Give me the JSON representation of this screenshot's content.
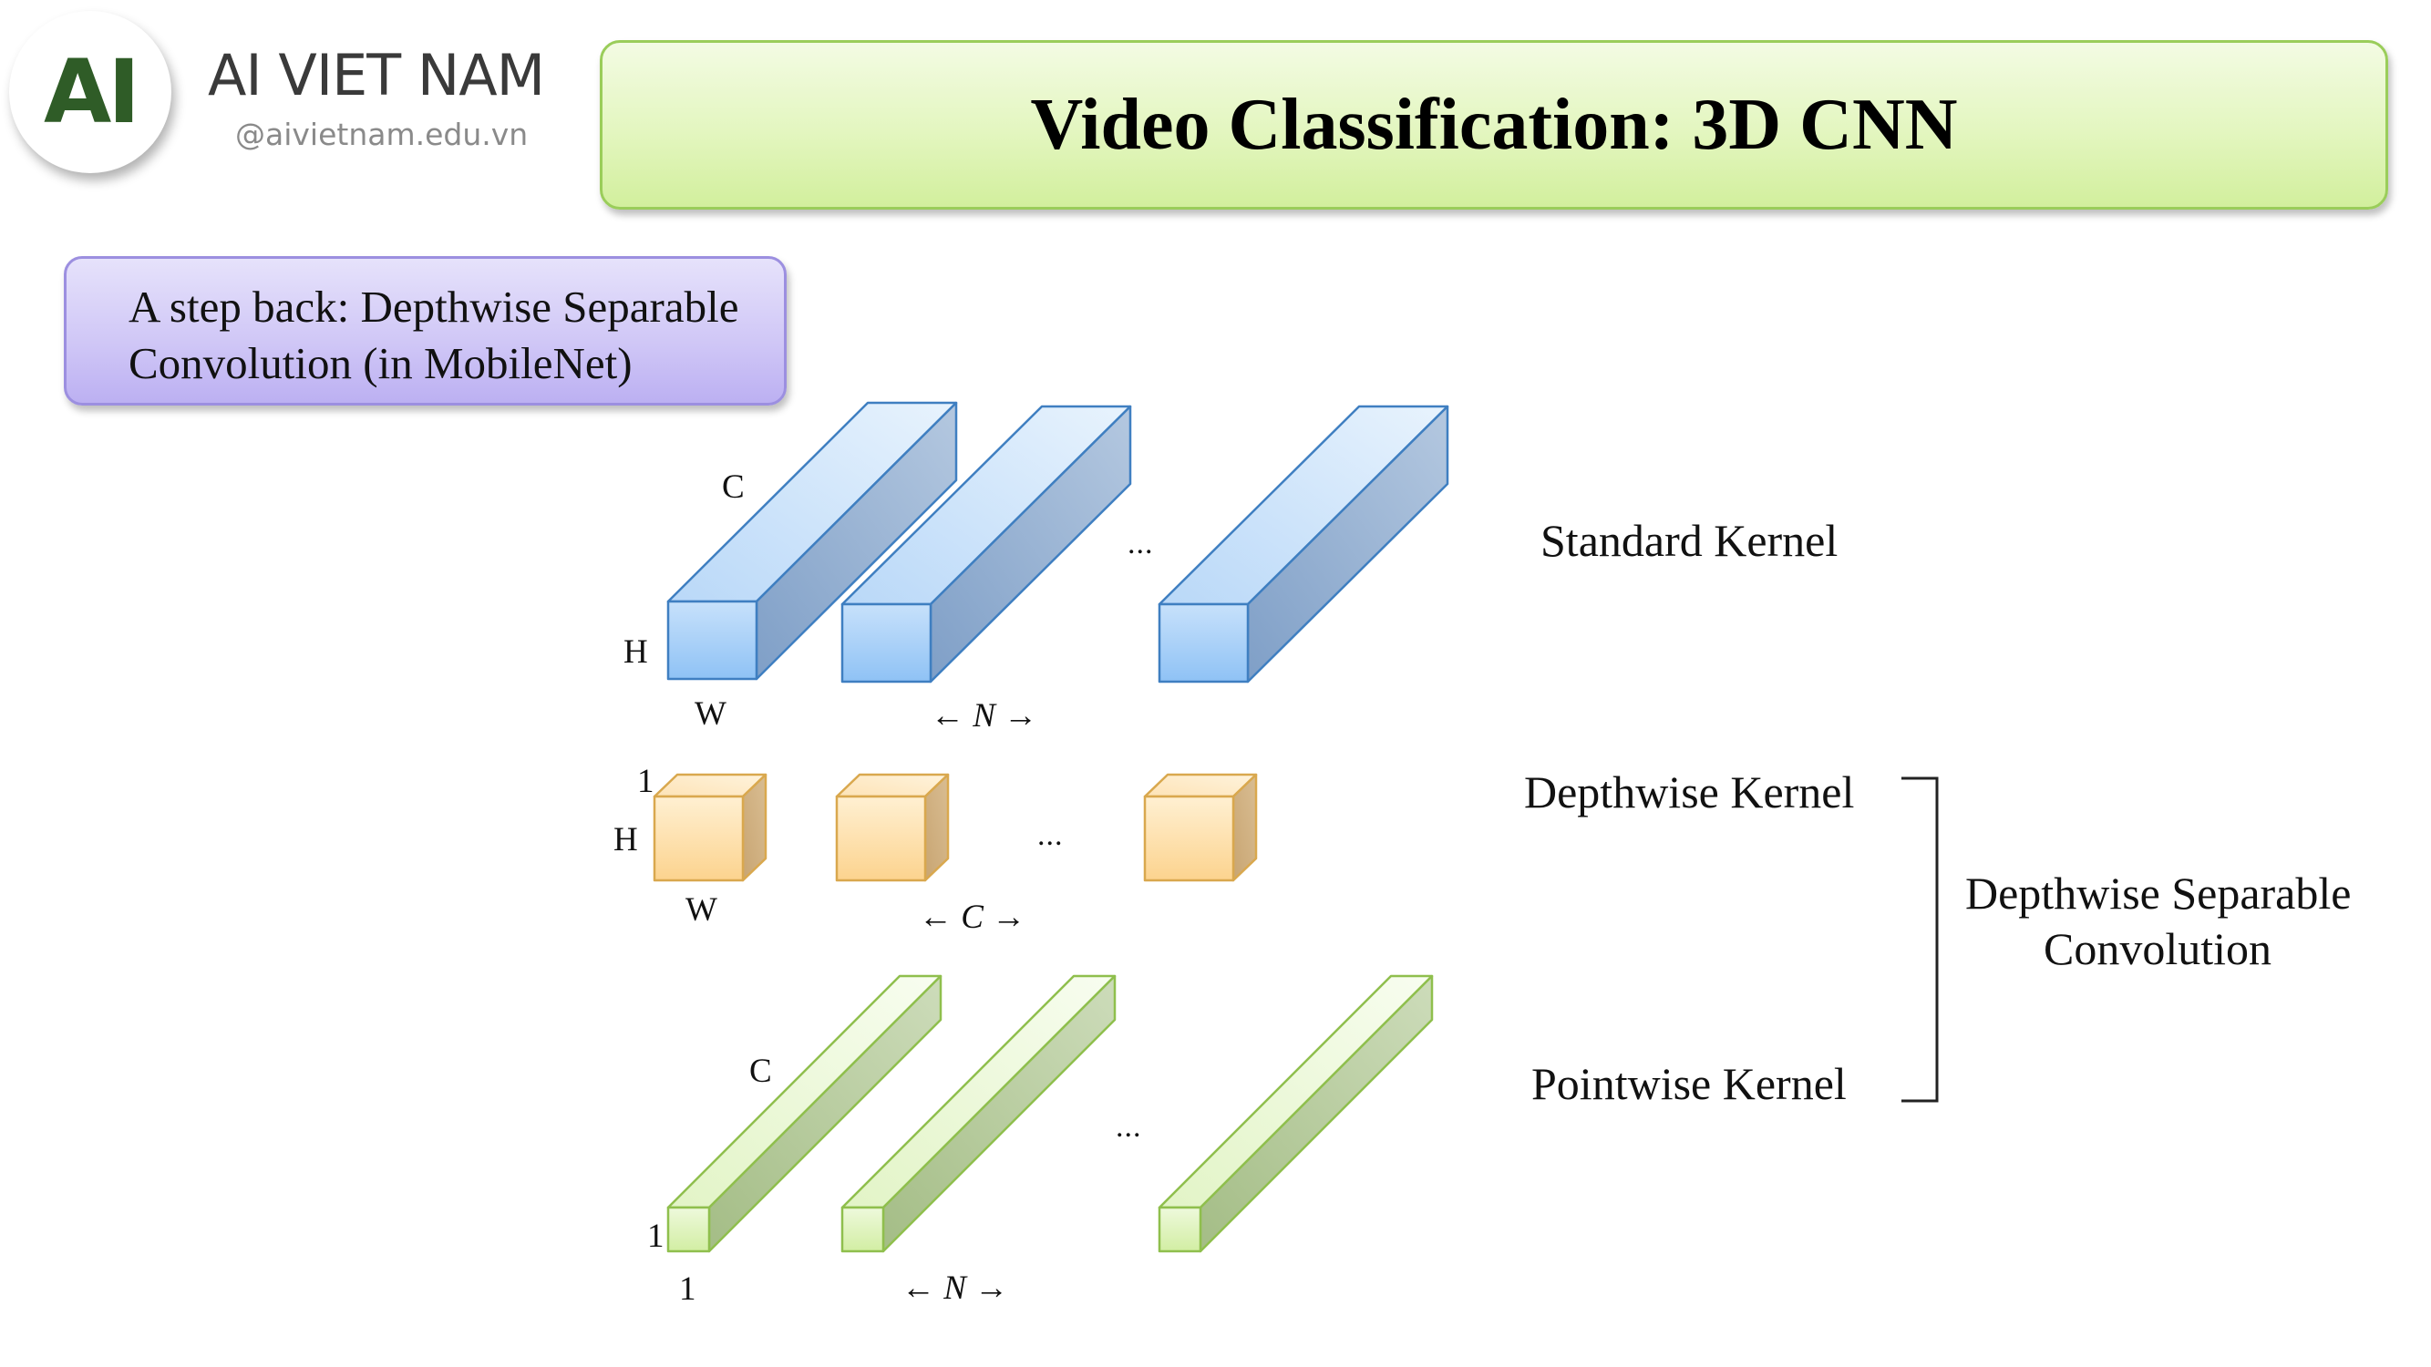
{
  "brand": {
    "logo_text": "AI",
    "name": "AI VIET NAM",
    "url": "@aivietnam.edu.vn"
  },
  "title": "Video Classification: 3D CNN",
  "subtitle": {
    "line1": "A step back: Depthwise Separable",
    "line2": "Convolution (in MobileNet)"
  },
  "colors": {
    "title_green": "#d2ef9d",
    "subtitle_purple": "#bcb0f2",
    "standard_blue": "#9ccaf7",
    "depthwise_orange": "#fddb9c",
    "pointwise_green": "#d6f0a8"
  },
  "diagram": {
    "standard": {
      "label": "Standard Kernel",
      "dims": {
        "c": "C",
        "h": "H",
        "w": "W"
      },
      "ellipsis": "...",
      "count_arrow": {
        "left": "←",
        "var": "N",
        "right": "→"
      }
    },
    "depthwise": {
      "label": "Depthwise Kernel",
      "dims": {
        "depth": "1",
        "h": "H",
        "w": "W"
      },
      "ellipsis": "...",
      "count_arrow": {
        "left": "←",
        "var": "C",
        "right": "→"
      }
    },
    "pointwise": {
      "label": "Pointwise Kernel",
      "dims": {
        "c": "C",
        "h": "1",
        "w": "1"
      },
      "ellipsis": "...",
      "count_arrow": {
        "left": "←",
        "var": "N",
        "right": "→"
      }
    },
    "group": {
      "line1": "Depthwise Separable",
      "line2": "Convolution"
    }
  }
}
